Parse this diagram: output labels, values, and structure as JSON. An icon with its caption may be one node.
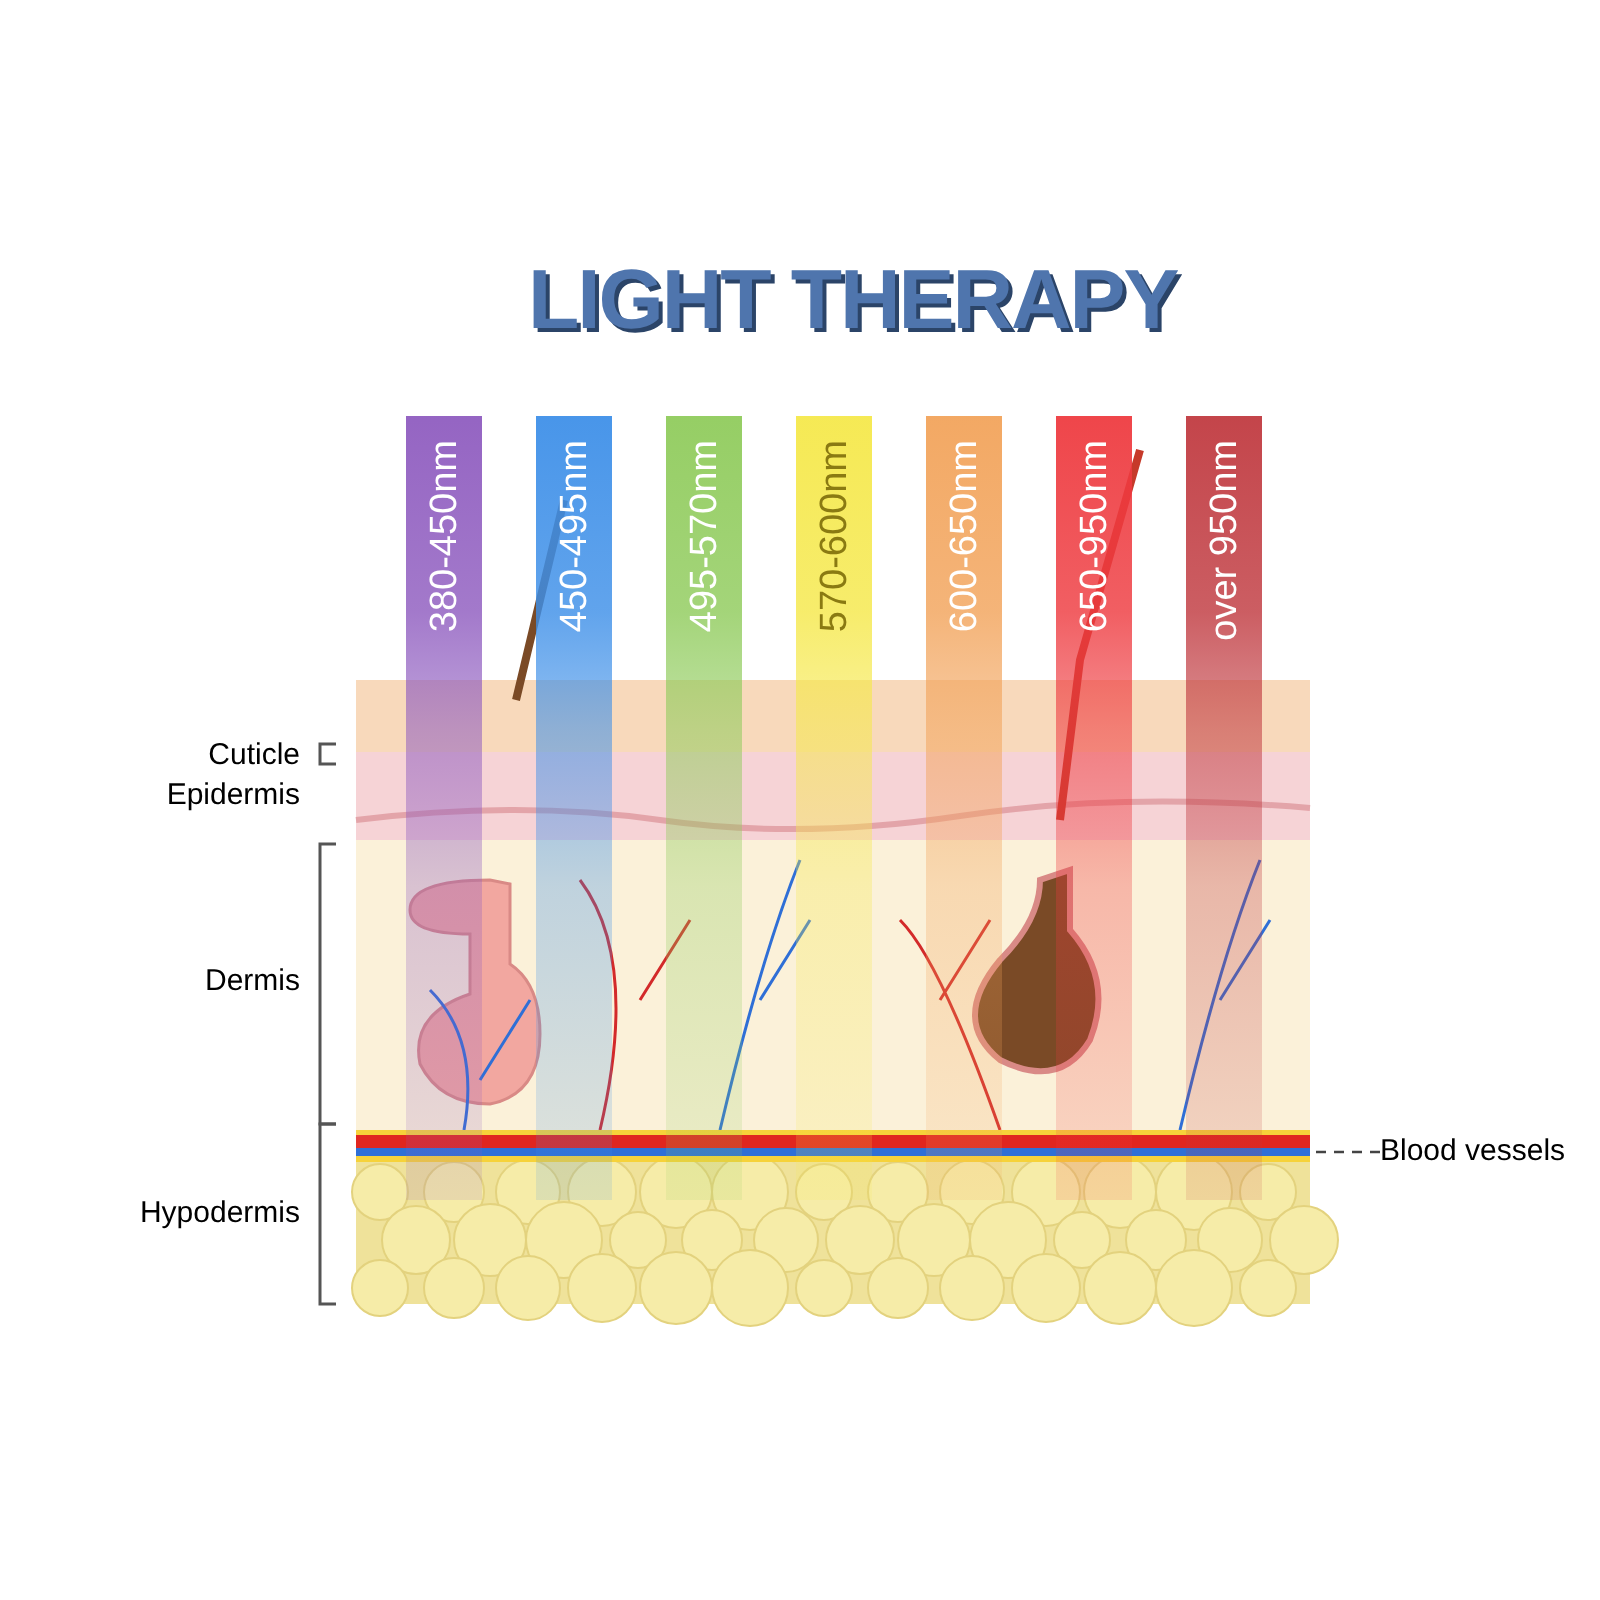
{
  "diagram": {
    "title": "LIGHT THERAPY",
    "nodes": [
      {
        "text": [
          "380-450nm"
        ]
      },
      {
        "text": [
          "450-495nm"
        ]
      },
      {
        "text": [
          "495-570nm"
        ]
      },
      {
        "text": [
          "570-600nm"
        ]
      },
      {
        "text": [
          "600-650nm"
        ]
      },
      {
        "text": [
          "650-950nm"
        ]
      },
      {
        "text": [
          "over 950nm"
        ]
      },
      {
        "text": [
          "Blood vessels"
        ]
      },
      {
        "text": [],
        "shape": "bar"
      }
    ],
    "edges": [
      {
        "from": 7,
        "to": 8,
        "arrow": "none",
        "style": "dashed"
      }
    ],
    "labels": [
      "Cuticle",
      "Epidermis",
      "Dermis",
      "Hypodermis"
    ]
  }
}
